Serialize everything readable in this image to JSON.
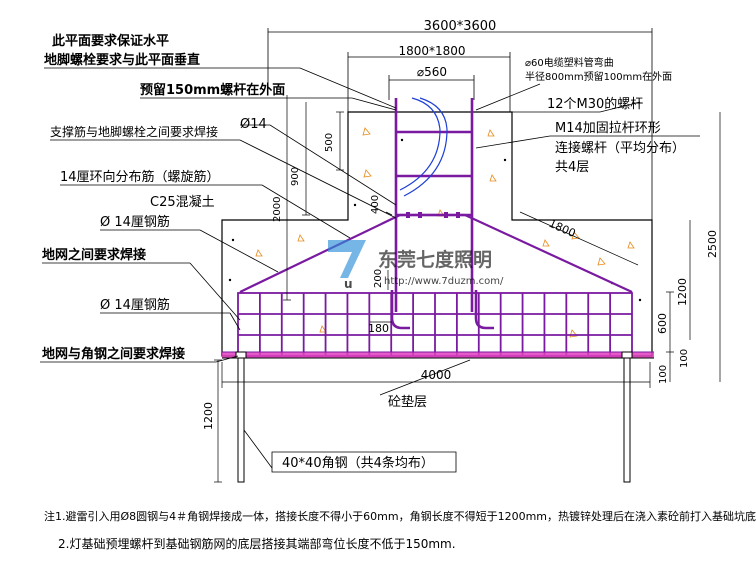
{
  "dims": {
    "top_overall": "3600*3600",
    "top_inner": "1800*1800",
    "diameter": "⌀560",
    "w1800": "1800",
    "h500": "500",
    "h900": "900",
    "h2000": "2000",
    "h400": "400",
    "h200": "200",
    "w180": "180",
    "h2500": "2500",
    "h1200r": "1200",
    "h600": "600",
    "h100a": "100",
    "h100b": "100",
    "w4000": "4000",
    "h1200l": "1200"
  },
  "labels": {
    "l1a": "此平面要求保证水平",
    "l1b": "地脚螺栓要求与此平面垂直",
    "l2": "预留150mm螺杆在外面",
    "l3": "支撑筋与地脚螺栓之间要求焊接",
    "l3d": "Ø14",
    "l4": "14厘环向分布筋（螺旋筋）",
    "l5": "C25混凝土",
    "l6": "Ø 14厘钢筋",
    "l7": "地网之间要求焊接",
    "l8": "Ø 14厘钢筋",
    "l9": "地网与角钢之间要求焊接",
    "r1a": "⌀60电缆塑料管弯曲",
    "r1b": "半径800mm预留100mm在外面",
    "r2": "12个M30的螺杆",
    "r3a": "M14加固拉杆环形",
    "r3b": "连接螺杆（平均分布）",
    "r3c": "共4层",
    "b1": "砼垫层",
    "b2": "40*40角钢（共4条均布）"
  },
  "watermark": {
    "name": "东莞七度照明",
    "url": "http://www.7duzm.com/"
  },
  "notes": {
    "n1": "注1.避雷引入用Ø8圆钢与4＃角钢焊接成一体，搭接长度不得小于60mm，角钢长度不得短于1200mm，热镀锌处理后在浇入素砼前打入基础坑底",
    "n2": "2.灯基础预埋螺杆到基础钢筋网的底层搭接其端部弯位长度不低于150mm."
  },
  "colors": {
    "rebar": "#7a1aa0",
    "cable": "#1d3fd6",
    "mesh_fill": "#e040c0",
    "line": "#000000",
    "accent": "#e88a1a"
  }
}
